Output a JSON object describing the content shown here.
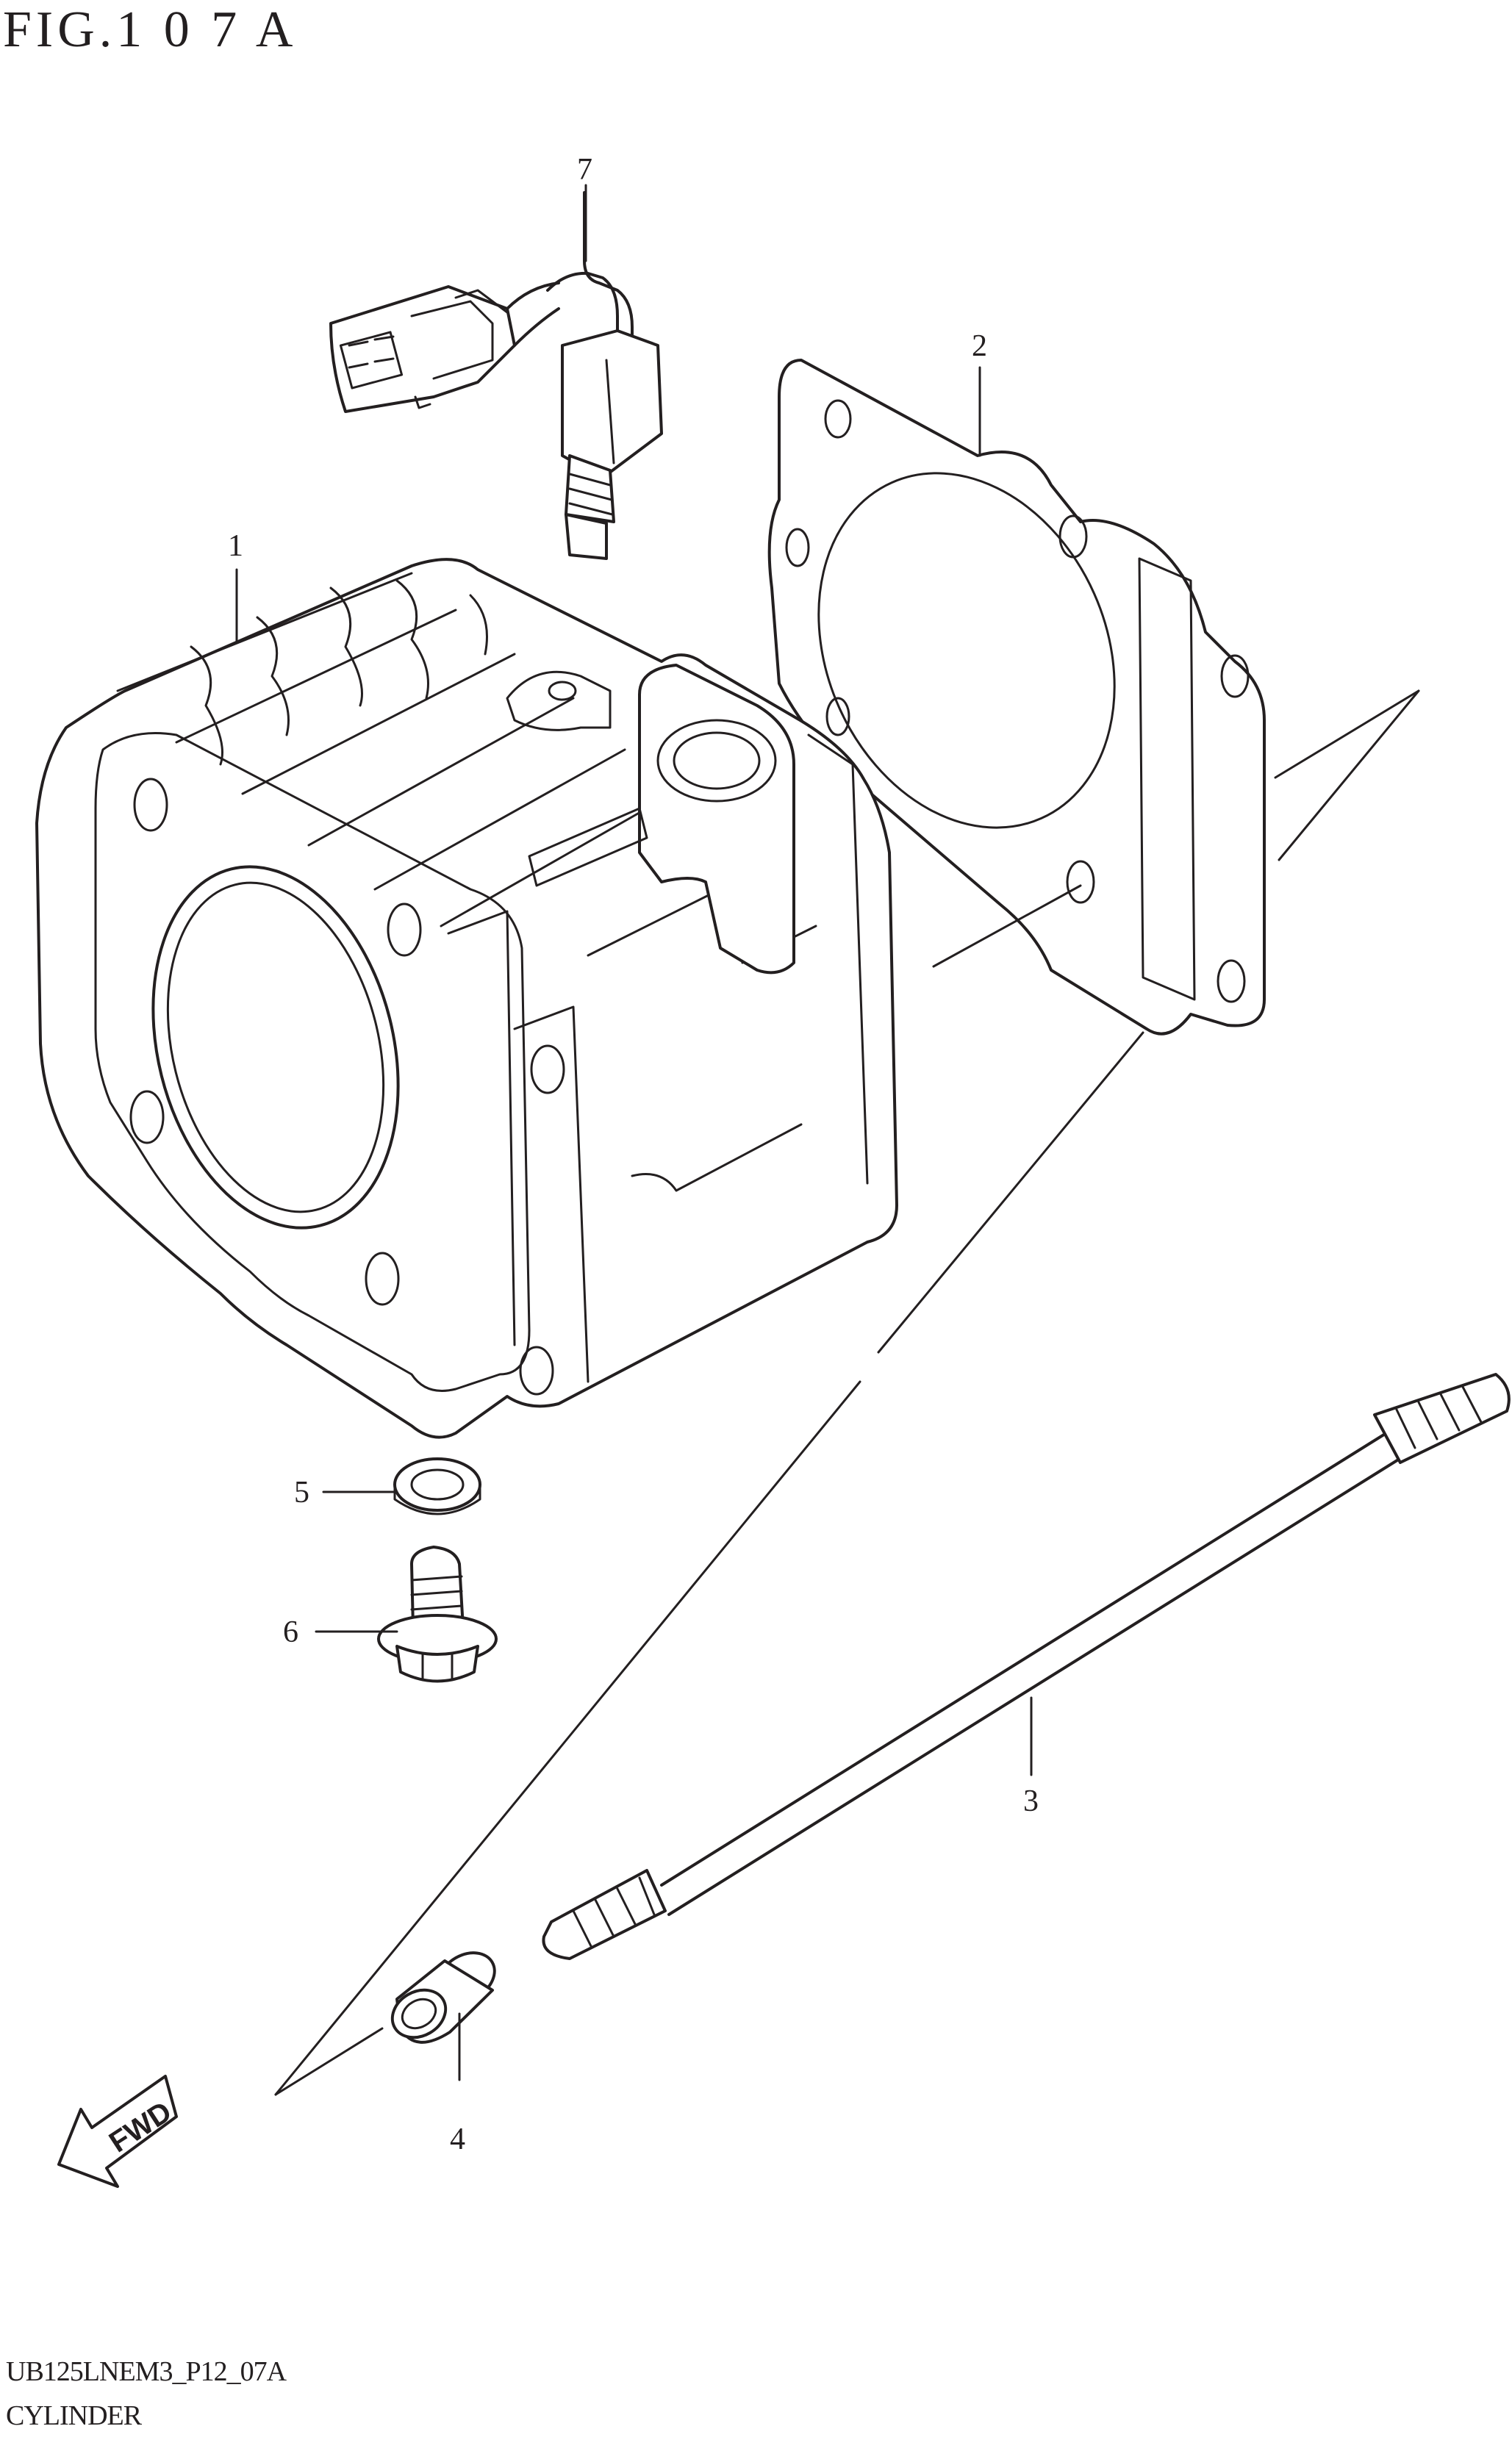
{
  "figure": {
    "title": "FIG.1 0 7 A",
    "code": "UB125LNEM3_P12_07A",
    "name": "CYLINDER"
  },
  "callouts": [
    {
      "id": "cylinder",
      "label": "1"
    },
    {
      "id": "gasket",
      "label": "2"
    },
    {
      "id": "stud",
      "label": "3"
    },
    {
      "id": "dowel-pin",
      "label": "4"
    },
    {
      "id": "washer",
      "label": "5"
    },
    {
      "id": "bolt",
      "label": "6"
    },
    {
      "id": "sensor",
      "label": "7"
    }
  ],
  "fwd_arrow": {
    "label": "FWD"
  },
  "colors": {
    "ink": "#231f20",
    "background": "#ffffff"
  }
}
